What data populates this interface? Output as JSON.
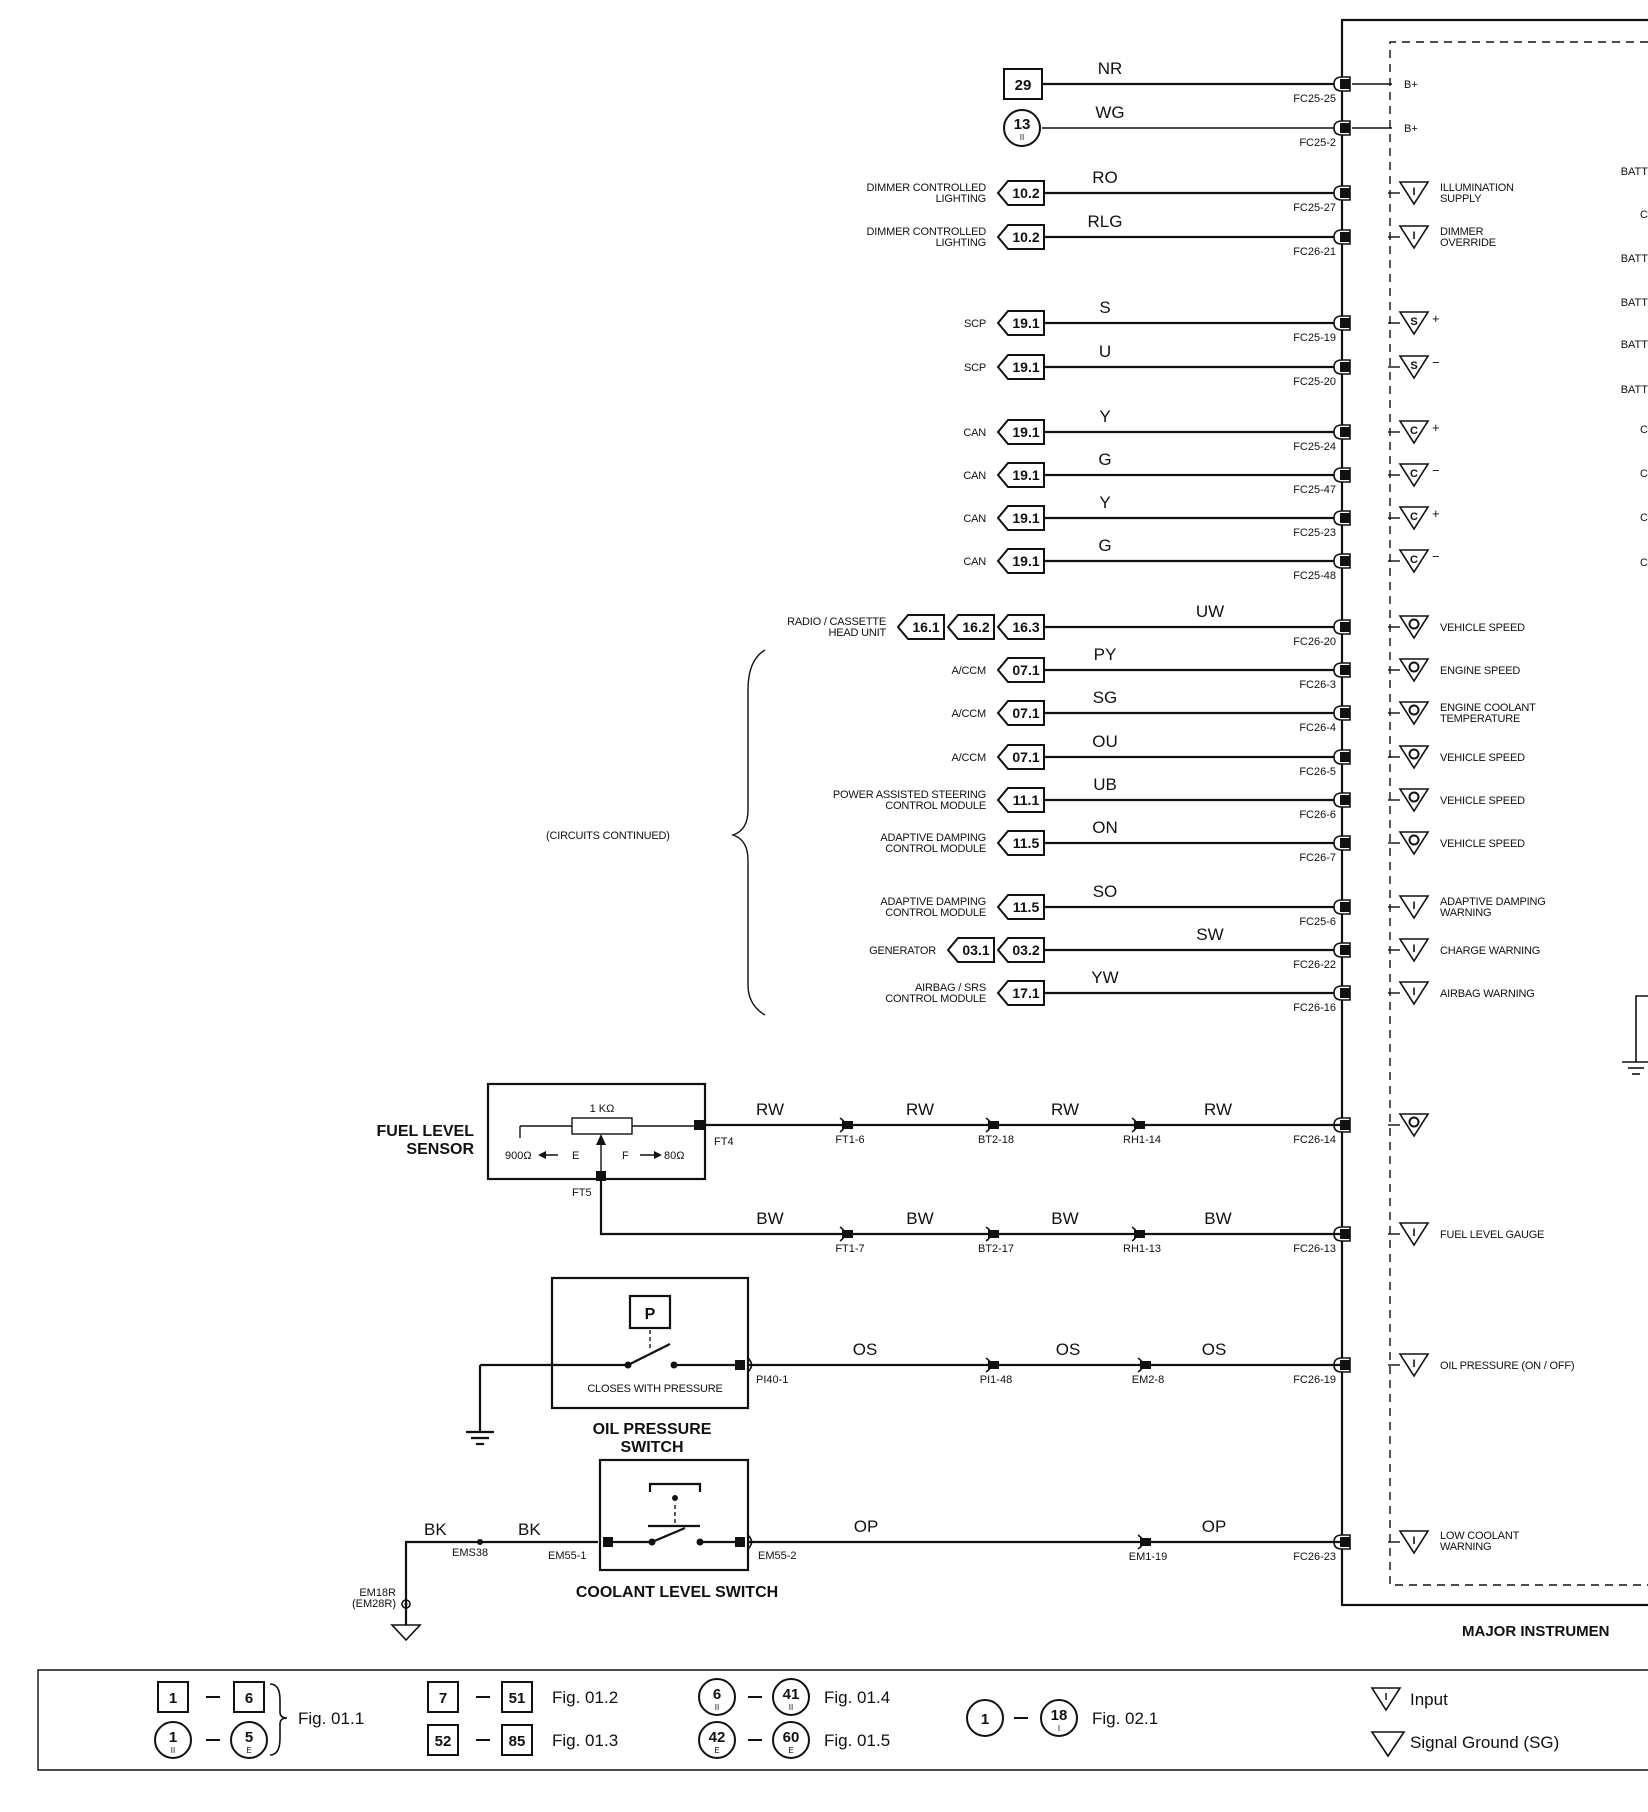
{
  "supplies": [
    {
      "box": "29",
      "wire": "NR",
      "conn": "FC25-25",
      "pin": "B+"
    },
    {
      "box": "13",
      "sub": "II",
      "wire": "WG",
      "conn": "FC25-2",
      "pin": "B+"
    }
  ],
  "circuits": [
    {
      "name": "DIMMER CONTROLLED LIGHTING",
      "refs": [
        "10.2"
      ],
      "wire": "RO",
      "conn": "FC25-27",
      "sym": "I",
      "pin": "ILLUMINATION SUPPLY"
    },
    {
      "name": "DIMMER CONTROLLED LIGHTING",
      "refs": [
        "10.2"
      ],
      "wire": "RLG",
      "conn": "FC26-21",
      "sym": "I",
      "pin": "DIMMER OVERRIDE"
    },
    {
      "name": "SCP",
      "refs": [
        "19.1"
      ],
      "wire": "S",
      "conn": "FC25-19",
      "sym": "S",
      "pol": "+",
      "pin": ""
    },
    {
      "name": "SCP",
      "refs": [
        "19.1"
      ],
      "wire": "U",
      "conn": "FC25-20",
      "sym": "S",
      "pol": "−",
      "pin": ""
    },
    {
      "name": "CAN",
      "refs": [
        "19.1"
      ],
      "wire": "Y",
      "conn": "FC25-24",
      "sym": "C",
      "pol": "+",
      "pin": ""
    },
    {
      "name": "CAN",
      "refs": [
        "19.1"
      ],
      "wire": "G",
      "conn": "FC25-47",
      "sym": "C",
      "pol": "−",
      "pin": ""
    },
    {
      "name": "CAN",
      "refs": [
        "19.1"
      ],
      "wire": "Y",
      "conn": "FC25-23",
      "sym": "C",
      "pol": "+",
      "pin": ""
    },
    {
      "name": "CAN",
      "refs": [
        "19.1"
      ],
      "wire": "G",
      "conn": "FC25-48",
      "sym": "C",
      "pol": "−",
      "pin": ""
    },
    {
      "name": "RADIO / CASSETTE HEAD UNIT",
      "refs": [
        "16.1",
        "16.2",
        "16.3"
      ],
      "wire": "UW",
      "conn": "FC26-20",
      "sym": "O",
      "pin": "VEHICLE SPEED"
    },
    {
      "name": "A/CCM",
      "refs": [
        "07.1"
      ],
      "wire": "PY",
      "conn": "FC26-3",
      "sym": "O",
      "pin": "ENGINE SPEED"
    },
    {
      "name": "A/CCM",
      "refs": [
        "07.1"
      ],
      "wire": "SG",
      "conn": "FC26-4",
      "sym": "O",
      "pin": "ENGINE COOLANT TEMPERATURE"
    },
    {
      "name": "A/CCM",
      "refs": [
        "07.1"
      ],
      "wire": "OU",
      "conn": "FC26-5",
      "sym": "O",
      "pin": "VEHICLE SPEED"
    },
    {
      "name": "POWER ASSISTED STEERING CONTROL MODULE",
      "refs": [
        "11.1"
      ],
      "wire": "UB",
      "conn": "FC26-6",
      "sym": "O",
      "pin": "VEHICLE SPEED"
    },
    {
      "name": "ADAPTIVE DAMPING CONTROL MODULE",
      "refs": [
        "11.5"
      ],
      "wire": "ON",
      "conn": "FC26-7",
      "sym": "O",
      "pin": "VEHICLE SPEED"
    },
    {
      "name": "ADAPTIVE DAMPING CONTROL MODULE",
      "refs": [
        "11.5"
      ],
      "wire": "SO",
      "conn": "FC25-6",
      "sym": "I",
      "pin": "ADAPTIVE DAMPING WARNING"
    },
    {
      "name": "GENERATOR",
      "refs": [
        "03.1",
        "03.2"
      ],
      "wire": "SW",
      "conn": "FC26-22",
      "sym": "I",
      "pin": "CHARGE WARNING"
    },
    {
      "name": "AIRBAG / SRS CONTROL MODULE",
      "refs": [
        "17.1"
      ],
      "wire": "YW",
      "conn": "FC26-16",
      "sym": "I",
      "pin": "AIRBAG WARNING"
    }
  ],
  "circuits_continued": "(CIRCUITS CONTINUED)",
  "batt_labels": [
    "BATT",
    "C",
    "BATT",
    "BATT",
    "BATT",
    "BATT",
    "C",
    "C",
    "C",
    "C"
  ],
  "fuel": {
    "title1": "FUEL LEVEL",
    "title2": "SENSOR",
    "resistor": "1 KΩ",
    "left": "900Ω",
    "e": "E",
    "f": "F",
    "right": "80Ω",
    "ft4": "FT4",
    "ft5": "FT5",
    "wire1": "RW",
    "c1": [
      "FT1-6",
      "BT2-18",
      "RH1-14"
    ],
    "conn1": "FC26-14",
    "wire2": "BW",
    "c2": [
      "FT1-7",
      "BT2-17",
      "RH1-13"
    ],
    "conn2": "FC26-13",
    "pin2": "FUEL LEVEL GAUGE"
  },
  "oil": {
    "p": "P",
    "caption": "CLOSES WITH PRESSURE",
    "title1": "OIL PRESSURE",
    "title2": "SWITCH",
    "wire": "OS",
    "c": [
      "PI40-1",
      "PI1-48",
      "EM2-8"
    ],
    "conn": "FC26-19",
    "pin": "OIL PRESSURE (ON / OFF)"
  },
  "coolant": {
    "title": "COOLANT LEVEL SWITCH",
    "bk": "BK",
    "ems": "EMS38",
    "em55_1": "EM55-1",
    "em55_2": "EM55-2",
    "ground1": "EM18R",
    "ground2": "(EM28R)",
    "wire": "OP",
    "c": "EM1-19",
    "conn": "FC26-23",
    "pin1": "LOW COOLANT",
    "pin2": "WARNING"
  },
  "module_title": "MAJOR INSTRUMEN",
  "legend": {
    "r1a": "1",
    "r1b": "6",
    "r1c": "1",
    "r1c_sub": "II",
    "r1d": "5",
    "r1d_sub": "E",
    "f1": "Fig. 01.1",
    "r2a": "7",
    "r2b": "51",
    "f2": "Fig. 01.2",
    "r3a": "52",
    "r3b": "85",
    "f3": "Fig. 01.3",
    "r4a": "6",
    "r4a_sub": "II",
    "r4b": "41",
    "r4b_sub": "II",
    "f4": "Fig. 01.4",
    "r5a": "42",
    "r5a_sub": "E",
    "r5b": "60",
    "r5b_sub": "E",
    "f5": "Fig. 01.5",
    "r6a": "1",
    "r6b": "18",
    "r6b_sub": "I",
    "f6": "Fig. 02.1",
    "input_sym": "I",
    "input": "Input",
    "sg": "Signal Ground (SG)"
  }
}
